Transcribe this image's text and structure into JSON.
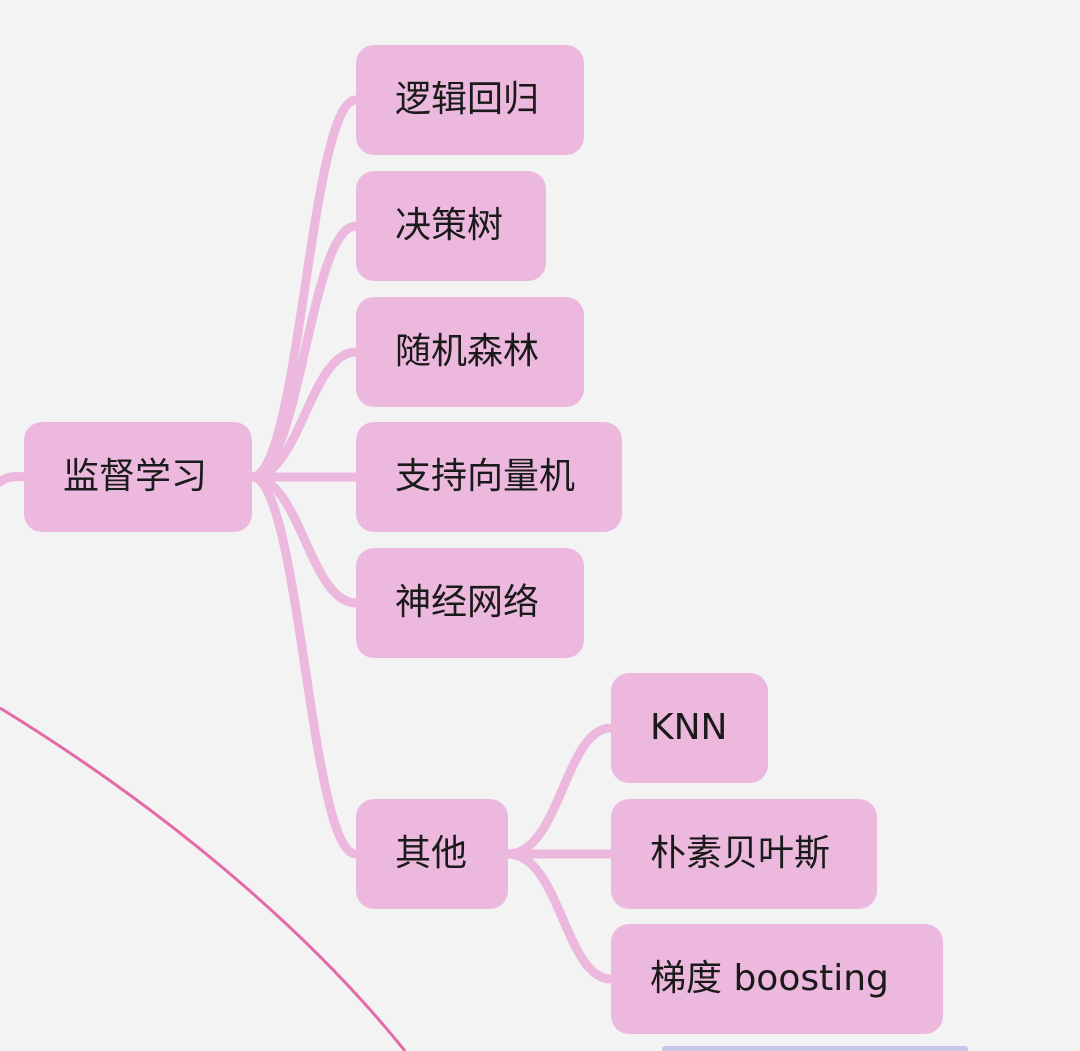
{
  "mindmap": {
    "root": {
      "label": "监督学习"
    },
    "children": [
      {
        "label": "逻辑回归"
      },
      {
        "label": "决策树"
      },
      {
        "label": "随机森林"
      },
      {
        "label": "支持向量机"
      },
      {
        "label": "神经网络"
      },
      {
        "label": "其他",
        "children": [
          {
            "label": "KNN"
          },
          {
            "label": "朴素贝叶斯"
          },
          {
            "label": "梯度 boosting"
          }
        ]
      }
    ]
  },
  "colors": {
    "background": "#f3f3f3",
    "node_fill": "#ecb8de",
    "branch_line": "#ecb8de",
    "accent_curve": "#e46aa8",
    "text": "#1a1a1a"
  }
}
